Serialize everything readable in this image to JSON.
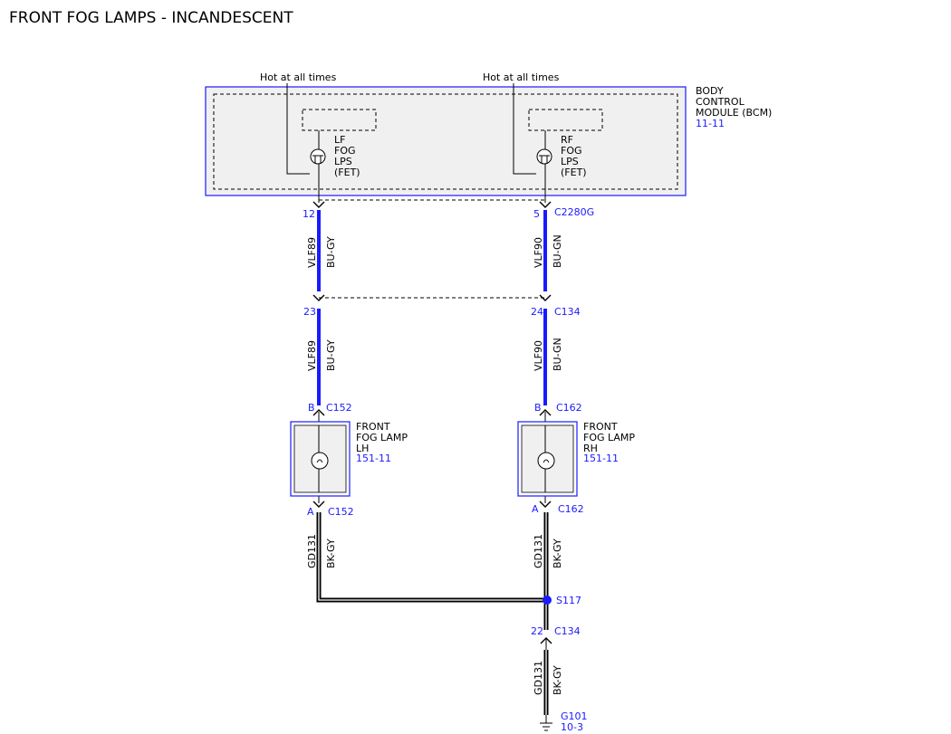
{
  "title": "FRONT FOG LAMPS - INCANDESCENT",
  "power_labels": {
    "left": "Hot at all times",
    "right": "Hot at all times"
  },
  "bcm": {
    "name_lines": [
      "BODY",
      "CONTROL",
      "MODULE (BCM)"
    ],
    "ref": "11-11",
    "lf_lines": [
      "LF",
      "FOG",
      "LPS",
      "(FET)"
    ],
    "rf_lines": [
      "RF",
      "FOG",
      "LPS",
      "(FET)"
    ]
  },
  "connectors": {
    "bcm_left_pin": "12",
    "bcm_right_pin": "5",
    "bcm_name": "C2280G",
    "mid_left_pin": "23",
    "mid_right_pin": "24",
    "mid_name": "C134",
    "lamp_lh_top_pin": "B",
    "lamp_lh_top_name": "C152",
    "lamp_rh_top_pin": "B",
    "lamp_rh_top_name": "C162",
    "lamp_lh_bottom_pin": "A",
    "lamp_lh_bottom_name": "C152",
    "lamp_rh_bottom_pin": "A",
    "lamp_rh_bottom_name": "C162",
    "ground_pin": "22",
    "ground_conn": "C134"
  },
  "wires": {
    "left_circuit": "VLF89",
    "left_color": "BU-GY",
    "right_circuit": "VLF90",
    "right_color": "BU-GN",
    "ground_circuit": "GD131",
    "ground_color": "BK-GY"
  },
  "lamps": {
    "lh_lines": [
      "FRONT",
      "FOG LAMP",
      "LH"
    ],
    "lh_ref": "151-11",
    "rh_lines": [
      "FRONT",
      "FOG LAMP",
      "RH"
    ],
    "rh_ref": "151-11"
  },
  "splice": "S117",
  "ground": {
    "name": "G101",
    "ref": "10-3"
  },
  "colors": {
    "accent": "#1a1aff",
    "wire_blue": "#1a1aff",
    "wire_black": "#000000"
  }
}
